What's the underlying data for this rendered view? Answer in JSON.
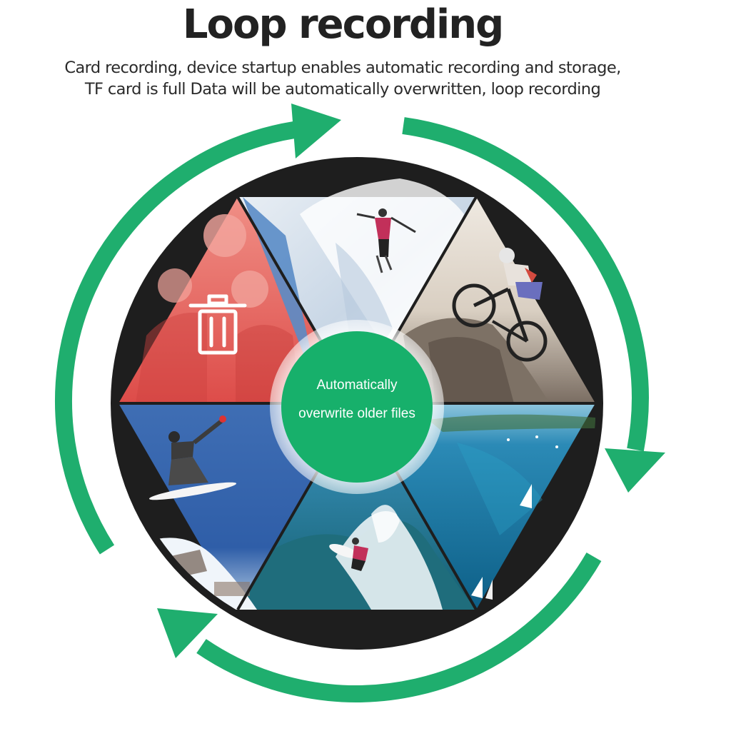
{
  "header": {
    "title": "Loop recording",
    "subtitle_line1": "Card recording, device startup enables automatic recording and storage,",
    "subtitle_line2": "TF card is full Data will be automatically overwritten, loop recording"
  },
  "center": {
    "line1": "Automatically",
    "line2": "overwrite older files"
  },
  "colors": {
    "accent_green": "#1fae6e",
    "center_green": "#17b06b",
    "ring_dark": "#1e1e1e",
    "delete_red": "#e8534f"
  },
  "segments": [
    {
      "name": "family-photo-deleted",
      "icon": "trash-icon"
    },
    {
      "name": "skier"
    },
    {
      "name": "mountain-biker"
    },
    {
      "name": "sailing-bay"
    },
    {
      "name": "surfer"
    },
    {
      "name": "snowboarder"
    }
  ]
}
